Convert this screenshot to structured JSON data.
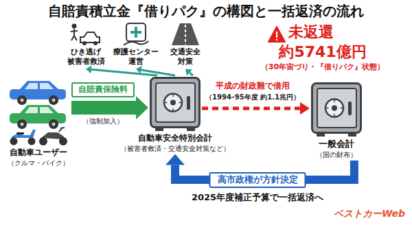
{
  "diagram": {
    "title": "自賠責積立金『借りパク』の構図と一括返済の流れ",
    "nodes": [
      {
        "text": [
          "自動車ユーザー",
          "（クルマ・バイク）"
        ]
      },
      {
        "text": [
          "ひき逃げ 被害者救済"
        ]
      },
      {
        "text": [
          "療護センター 運営"
        ]
      },
      {
        "text": [
          "交通安全 対策"
        ]
      },
      {
        "text": [
          "自動車安全特別会計",
          "（被害者救済・交通安全対策など）"
        ]
      },
      {
        "text": [
          "一般会計",
          "（国の財布）"
        ]
      }
    ],
    "edges": [
      {
        "from": 0,
        "to": 4,
        "arrow": "to",
        "label": "自賠責保険料"
      },
      {
        "from": 4,
        "to": 1,
        "arrow": "to"
      },
      {
        "from": 4,
        "to": 2,
        "arrow": "to"
      },
      {
        "from": 4,
        "to": 3,
        "arrow": "to"
      },
      {
        "from": 4,
        "to": 5,
        "arrow": "to",
        "label": "平成の財政難で借用"
      },
      {
        "from": 5,
        "to": 4,
        "arrow": "to",
        "label": "高市政権が方針決定"
      }
    ],
    "labels": [
      "（強制加入）",
      "（1994–95年度 約1.1兆円）",
      "未返還",
      "約5741億円",
      "（30年宙づり・『借りパク』状態）",
      "2025年度補正予算で一括返済へ",
      "ベストカーWeb"
    ]
  }
}
